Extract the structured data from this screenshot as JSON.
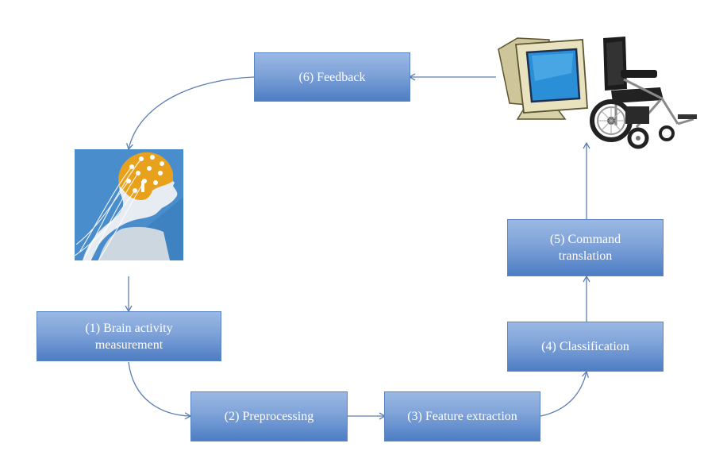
{
  "steps": {
    "feedback": "(6) Feedback",
    "brain_line1": "(1) Brain activity",
    "brain_line2": "measurement",
    "preprocessing": "(2) Preprocessing",
    "feature": "(3) Feature extraction",
    "classification": "(4) Classification",
    "command_line1": "(5) Command",
    "command_line2": "translation"
  },
  "images": {
    "head": "eeg-head-icon",
    "monitor": "computer-monitor-icon",
    "wheelchair": "wheelchair-icon"
  },
  "colors": {
    "box_top": "#9ab8e3",
    "box_bottom": "#4d7dc4",
    "arrow": "#5a7fb3",
    "head_bg": "#3f82c2",
    "cap": "#e8a11c"
  }
}
